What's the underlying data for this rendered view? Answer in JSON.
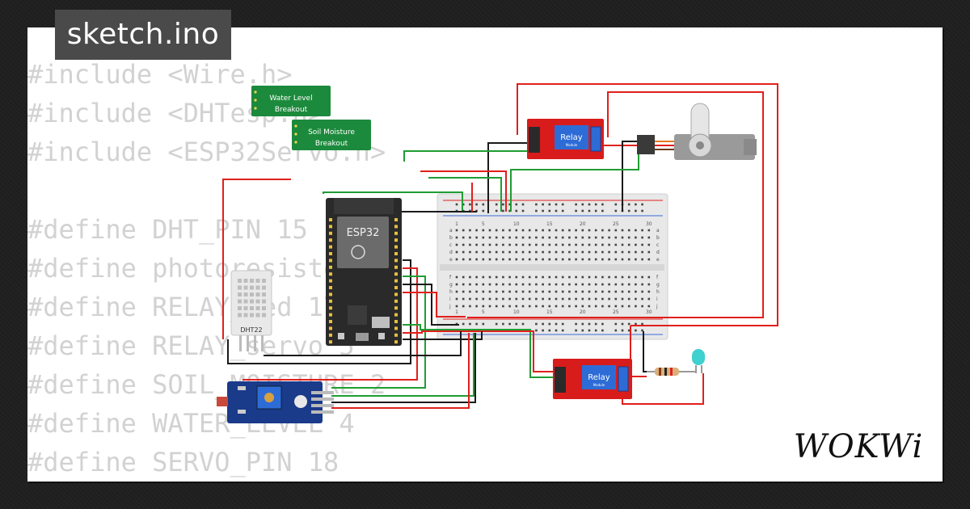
{
  "title": "sketch.ino",
  "code_lines": [
    "#include <Wire.h>",
    "#include <DHTesp.h>",
    "#include <ESP32Servo.h>",
    "",
    "#define DHT_PIN 15",
    "#define photoresistor 0",
    "#define RELAY_led 17",
    "#define RELAY_servo 5",
    "#define SOIL_MOISTURE 2",
    "#define WATER_LEVEL 4",
    "#define SERVO_PIN 18"
  ],
  "components": {
    "water_level": {
      "line1": "Water Level",
      "line2": "Breakout"
    },
    "soil_moisture": {
      "line1": "Soil Moisture",
      "line2": "Breakout"
    },
    "esp32": {
      "label": "ESP32"
    },
    "dht": {
      "label": "DHT22"
    },
    "relay_top": {
      "label": "Relay",
      "sub": "Module"
    },
    "relay_bottom": {
      "label": "Relay",
      "sub": "Module"
    },
    "breadboard": {
      "numbers": [
        "1",
        "5",
        "10",
        "15",
        "20",
        "25",
        "30"
      ],
      "rows_top": [
        "a",
        "b",
        "c",
        "d",
        "e"
      ],
      "rows_bottom": [
        "f",
        "g",
        "h",
        "i",
        "j"
      ]
    }
  },
  "logo": "WOKWi",
  "colors": {
    "wire_red": "#e0201c",
    "wire_green": "#1f9d33",
    "wire_black": "#1a1a1a",
    "module_green": "#1c8a3c",
    "relay_red": "#d81c1c"
  }
}
